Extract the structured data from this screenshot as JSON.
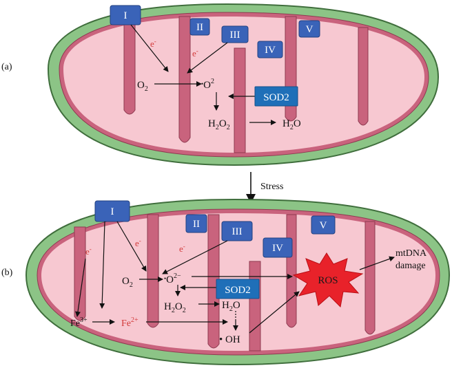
{
  "panels": {
    "a": {
      "panel_label": "(a)",
      "complexes": [
        "I",
        "II",
        "III",
        "IV",
        "V"
      ],
      "electron_1": "e",
      "electron_2": "e",
      "electron_sup": "-",
      "o2": "O",
      "o2_sub": "2",
      "superoxide": "O",
      "superoxide_sup": "2",
      "dot": "•",
      "sod2": "SOD2",
      "h2o2_h": "H",
      "h2o2_sub1": "2",
      "h2o2_o": "O",
      "h2o2_sub2": "2",
      "h2o_h": "H",
      "h2o_sub": "2",
      "h2o_o": "O"
    },
    "b": {
      "panel_label": "(b)",
      "complexes": [
        "I",
        "II",
        "III",
        "IV",
        "V"
      ],
      "electron": "e",
      "electron_sup": "-",
      "o2": "O",
      "o2_sub": "2",
      "superoxide": "O",
      "superoxide_sup": "2−",
      "dot": "•",
      "sod2": "SOD2",
      "h2o2_h": "H",
      "h2o2_sub1": "2",
      "h2o2_o": "O",
      "h2o2_sub2": "2",
      "h2o_h": "H",
      "h2o_sub": "2",
      "h2o_o": "O",
      "fe3": "Fe",
      "fe3_sup": "3+",
      "fe2": "Fe",
      "fe2_sup": "2+",
      "oh": "• OH",
      "ros": "ROS",
      "mtdna_line1": "mtDNA",
      "mtdna_line2": "damage"
    }
  },
  "stress_label": "Stress",
  "colors": {
    "outer_membrane": "#8cc486",
    "outer_stroke": "#3f6e3c",
    "inner_membrane": "#c9637d",
    "matrix": "#f7c8d1",
    "complex_box": "#3a63b8",
    "sod2_box": "#1f6fb8",
    "ros_burst": "#e8222a",
    "electron_text": "#d23a3a"
  }
}
